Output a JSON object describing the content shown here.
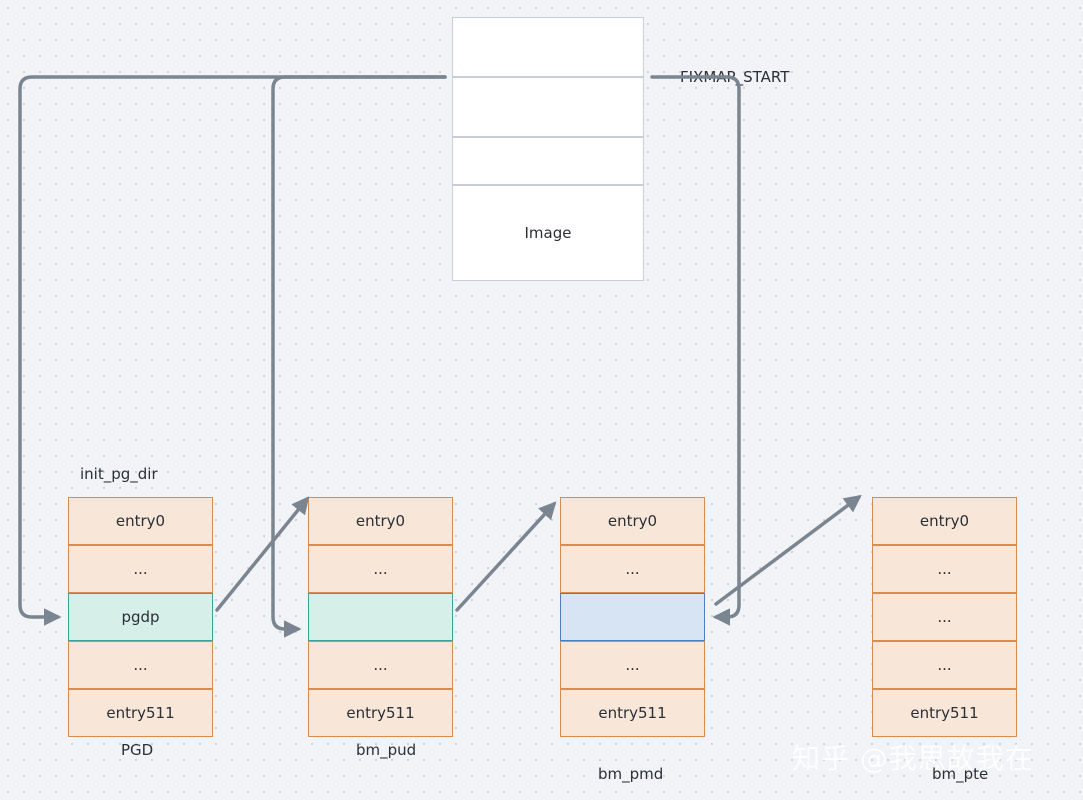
{
  "image_block": {
    "image_label": "Image",
    "fixmap_label": "FIXMAP_START"
  },
  "tables": {
    "pgd": {
      "top_label": "init_pg_dir",
      "caption": "PGD",
      "entries": [
        "entry0",
        "...",
        "pgdp",
        "...",
        "entry511"
      ]
    },
    "pud": {
      "caption": "bm_pud",
      "entries": [
        "entry0",
        "...",
        "",
        "...",
        "entry511"
      ]
    },
    "pmd": {
      "caption": "bm_pmd",
      "entries": [
        "entry0",
        "...",
        "",
        "...",
        "entry511"
      ]
    },
    "pte": {
      "caption": "bm_pte",
      "entries": [
        "entry0",
        "...",
        "...",
        "...",
        "entry511"
      ]
    }
  },
  "watermark": "知乎 @我思故我在",
  "colors": {
    "entry_fill": "#f8e6d8",
    "entry_border": "#d98c4e",
    "highlight_teal": "#d6efe8",
    "highlight_blue": "#d7e4f4",
    "arrow": "#7b8592"
  }
}
